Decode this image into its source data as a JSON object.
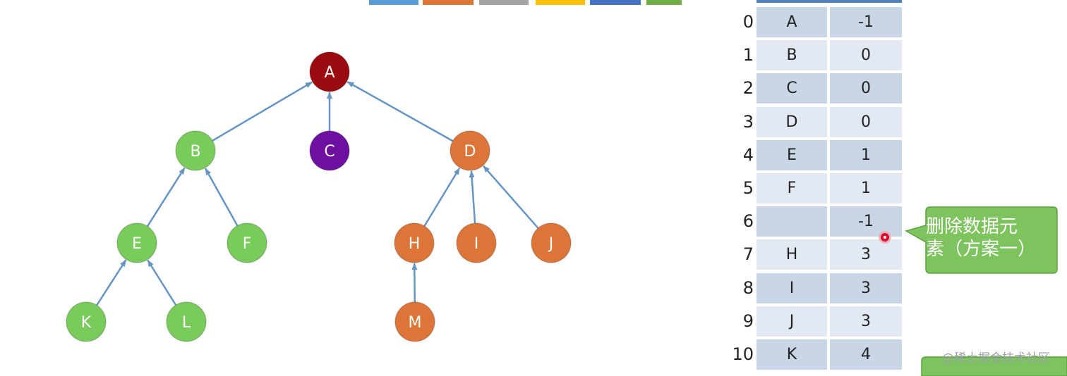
{
  "colors": {
    "root": "#9b0a0f",
    "purple": "#6d10a0",
    "green": "#79cc5b",
    "orange": "#dd7538",
    "edge": "#6694c3",
    "callout": "#7dc35e"
  },
  "legend_colors": [
    "#5b9bd5",
    "#dd7538",
    "#a5a5a5",
    "#ffc000",
    "#4472c4",
    "#70ad47"
  ],
  "tree": {
    "nodes": [
      {
        "id": "A",
        "label": "A",
        "color": "#9b0a0f"
      },
      {
        "id": "B",
        "label": "B",
        "color": "#79cc5b"
      },
      {
        "id": "C",
        "label": "C",
        "color": "#6d10a0"
      },
      {
        "id": "D",
        "label": "D",
        "color": "#dd7538"
      },
      {
        "id": "E",
        "label": "E",
        "color": "#79cc5b"
      },
      {
        "id": "F",
        "label": "F",
        "color": "#79cc5b"
      },
      {
        "id": "H",
        "label": "H",
        "color": "#dd7538"
      },
      {
        "id": "I",
        "label": "I",
        "color": "#dd7538"
      },
      {
        "id": "J",
        "label": "J",
        "color": "#dd7538"
      },
      {
        "id": "K",
        "label": "K",
        "color": "#79cc5b"
      },
      {
        "id": "L",
        "label": "L",
        "color": "#79cc5b"
      },
      {
        "id": "M",
        "label": "M",
        "color": "#dd7538"
      }
    ],
    "edges": [
      {
        "from": "B",
        "to": "A"
      },
      {
        "from": "C",
        "to": "A"
      },
      {
        "from": "D",
        "to": "A"
      },
      {
        "from": "E",
        "to": "B"
      },
      {
        "from": "F",
        "to": "B"
      },
      {
        "from": "H",
        "to": "D"
      },
      {
        "from": "I",
        "to": "D"
      },
      {
        "from": "J",
        "to": "D"
      },
      {
        "from": "K",
        "to": "E"
      },
      {
        "from": "L",
        "to": "E"
      },
      {
        "from": "M",
        "to": "H"
      }
    ]
  },
  "table": {
    "rows": [
      {
        "index": "0",
        "data": "A",
        "parent": "-1"
      },
      {
        "index": "1",
        "data": "B",
        "parent": "0"
      },
      {
        "index": "2",
        "data": "C",
        "parent": "0"
      },
      {
        "index": "3",
        "data": "D",
        "parent": "0"
      },
      {
        "index": "4",
        "data": "E",
        "parent": "1"
      },
      {
        "index": "5",
        "data": "F",
        "parent": "1"
      },
      {
        "index": "6",
        "data": "",
        "parent": "-1"
      },
      {
        "index": "7",
        "data": "H",
        "parent": "3"
      },
      {
        "index": "8",
        "data": "I",
        "parent": "3"
      },
      {
        "index": "9",
        "data": "J",
        "parent": "3"
      },
      {
        "index": "10",
        "data": "K",
        "parent": "4"
      }
    ]
  },
  "callout": {
    "line1": "删除数据元",
    "line2": "素（方案一）"
  },
  "watermark": "@稀土掘金技术社区"
}
